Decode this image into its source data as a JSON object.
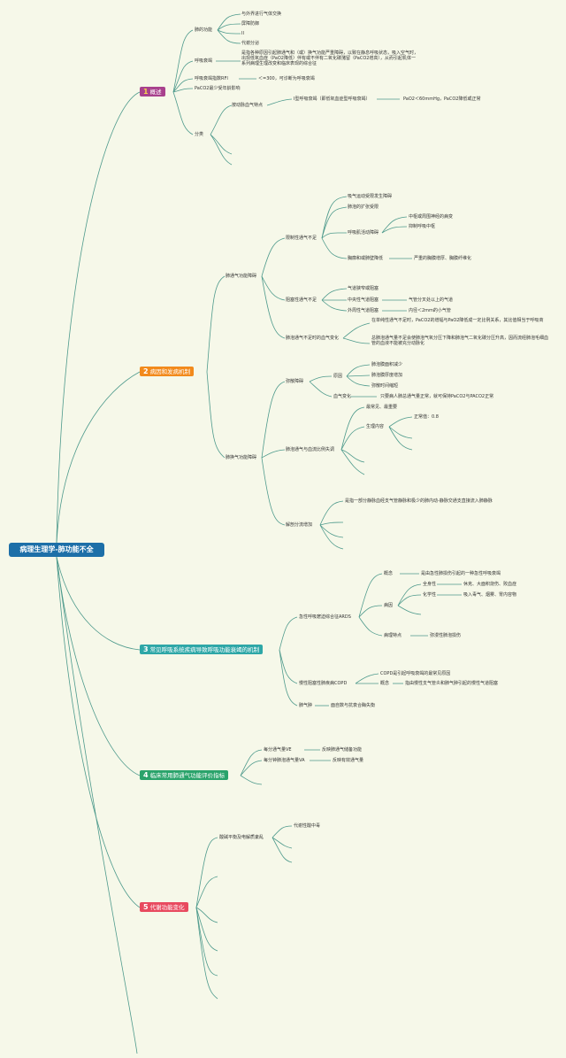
{
  "root": "病理生理学-肺功能不全",
  "branches": [
    {
      "num": "1",
      "label": "概述",
      "color": "#a8418d"
    },
    {
      "num": "2",
      "label": "病因和发病机制",
      "color": "#f28a1c"
    },
    {
      "num": "3",
      "label": "常见呼吸系统疾病导致呼吸功能衰竭的机制",
      "color": "#2ea7a7"
    },
    {
      "num": "4",
      "label": "临床常用肺通气功能评价指标",
      "color": "#2aa36b"
    },
    {
      "num": "5",
      "label": "代谢功能变化",
      "color": "#e84a5f"
    }
  ],
  "b1": {
    "func": "肺的功能",
    "func_items": [
      "与外界进行气体交换",
      "屏障防御",
      "II",
      "代谢分泌"
    ],
    "rf": "呼吸衰竭",
    "rf_def": "是指各种原因引起肺通气和（或）换气功能严重障碍，以致在静息呼吸状态，吸入空气时，出现低氧血症（PaO2降低）伴有或不伴有二氧化碳潴留（PaCO2增高），从而引起机体一系列病理生理改变和临床表现的综合征",
    "rfi": "呼吸衰竭指数RFI",
    "rfi_val": "＜=300，可诊断为呼吸衰竭",
    "paco2": "PaCO2最少受年龄影响",
    "class": "分类",
    "class_by": "按动脉血气特点",
    "type1": "I型呼吸衰竭（即低氧血症型呼吸衰竭）",
    "type1_val": "PaO2＜60mmHg，PaCO2降低或正常"
  },
  "b2": {
    "vent": "肺通气功能障碍",
    "restrict": "限制性通气不足",
    "r_items": [
      "吸气运动受限发生障碍",
      "肺泡的扩张受限",
      "呼吸肌活动障碍",
      "胸廓和或肺壁降低"
    ],
    "muscle_items": [
      "中枢或周围神经的病变",
      "抑制呼吸中枢"
    ],
    "chest_val": "严重的胸膜增厚、胸膜纤维化",
    "obstruct": "阻塞性通气不足",
    "o_items": [
      "气道狭窄或阻塞",
      "中央性气道阻塞",
      "外周性气道阻塞"
    ],
    "central_val": "气管分叉处以上的气道",
    "peripheral_val": "内径＜2mm的小气管",
    "blood": "肺泡通气不足时的血气变化",
    "blood_items": [
      "在单纯性通气不足时，PaCO2的增幅与PaO2降低成一定比例关系，其比值相当于呼吸商",
      "总肺泡通气量不足会使肺泡气氧分压下降和肺泡气二氧化碳分压升高，因而流经肺泡毛细血管的血液不能被充分动脉化"
    ],
    "exchange": "肺换气功能障碍",
    "diffusion": "弥散障碍",
    "cause": "原因",
    "cause_items": [
      "肺泡膜面积减少",
      "肺泡膜厚度增加",
      "弥散时间缩短"
    ],
    "bg": "血气变化",
    "bg_val": "只要病人肺总通气量正常，就可保持PaCO2与PACO2正常",
    "vq": "肺泡通气与血流比例失调",
    "vq_main": "最常见、最重要",
    "physio": "生理内容",
    "normal": "正常值：0.8",
    "shunt": "解剖分流增加",
    "shunt_val": "是指一部分静脉血经支气管静脉和极少的肺内动-静脉交通支直接流入肺静脉"
  },
  "b3": {
    "ards": "急性呼吸窘迫综合征ARDS",
    "concept": "概念",
    "concept_val": "是由急性肺损伤引起的一种急性呼吸衰竭",
    "etiology": "病因",
    "systemic": "全身性",
    "systemic_val": "休克、大面积烧伤、败血症",
    "chemical": "化学性",
    "chemical_val": "吸入毒气、烟雾、胃内容物",
    "patho": "病理特点",
    "patho_val": "弥漫性肺泡损伤",
    "copd": "慢性阻塞性肺疾病COPD",
    "copd1": "COPD是引起呼吸衰竭的最常见原因",
    "copd_concept": "概念",
    "copd_concept_val": "指由慢性支气管炎和肺气肿引起的慢性气道阻塞",
    "edema": "肺气肿",
    "edema_val": "面自数与抗衰合酶失衡"
  },
  "b4": {
    "ve": "每分通气量VE",
    "ve_val": "反映肺通气储备功能",
    "va": "每分钟肺泡通气量VA",
    "va_val": "反映有效通气量"
  },
  "b5": {
    "acid": "酸碱平衡及电解质紊乱",
    "metab": "代谢性酸中毒"
  }
}
